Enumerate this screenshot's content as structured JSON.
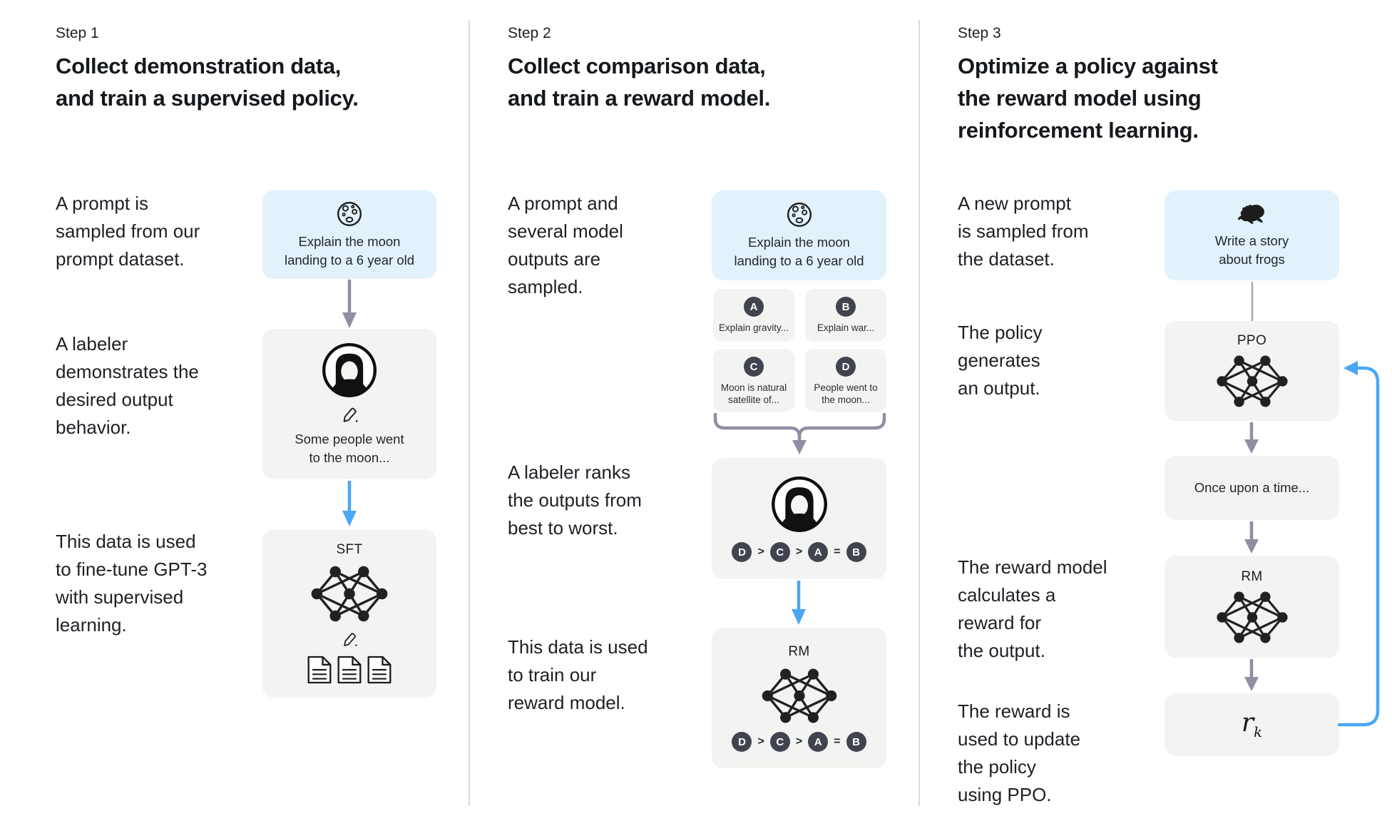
{
  "diagram": {
    "colors": {
      "background": "#ffffff",
      "prompt_box_blue": "#e1f2fc",
      "box_gray": "#f3f3f1",
      "arrow_gray": "#8f8ea3",
      "arrow_blue": "#4aa7f4",
      "badge_dark": "#40444f",
      "divider_gray": "#dcdcdf",
      "text_dark": "#1d2025"
    },
    "icons": {
      "step1_prompt": "moon-icon",
      "step2_prompt": "moon-icon",
      "step3_prompt": "frog-icon",
      "labeler": "labeler-avatar-icon",
      "writing": "pencil-icon",
      "model": "neural-network-icon",
      "training_data": "documents-icon"
    },
    "steps": [
      {
        "label": "Step 1",
        "title": "Collect demonstration data,\nand train a supervised policy.",
        "annotations": [
          "A prompt is\nsampled from our\nprompt dataset.",
          "A labeler\ndemonstrates the\ndesired output\nbehavior.",
          "This data is used\nto fine-tune GPT-3\nwith supervised\nlearning."
        ],
        "prompt_box": "Explain the moon\nlanding to a 6 year old",
        "labeler_box": "Some people went\nto the moon...",
        "model_box": "SFT"
      },
      {
        "label": "Step 2",
        "title": "Collect comparison data,\nand train a reward model.",
        "annotations": [
          "A prompt and\nseveral model\noutputs are\nsampled.",
          "A labeler ranks\nthe outputs from\nbest to worst.",
          "This data is used\nto train our\nreward model."
        ],
        "prompt_box": "Explain the moon\nlanding to a 6 year old",
        "outputs": [
          {
            "letter": "A",
            "text": "Explain gravity..."
          },
          {
            "letter": "B",
            "text": "Explain war..."
          },
          {
            "letter": "C",
            "text": "Moon is natural\nsatellite of..."
          },
          {
            "letter": "D",
            "text": "People went to\nthe moon..."
          }
        ],
        "ranking": {
          "letters": [
            "D",
            "C",
            "A",
            "B"
          ],
          "ops": [
            ">",
            ">",
            "="
          ]
        },
        "model_box": "RM"
      },
      {
        "label": "Step 3",
        "title": "Optimize a policy against\nthe reward model using\nreinforcement learning.",
        "annotations": [
          "A new prompt\nis sampled from\nthe dataset.",
          "The policy\ngenerates\nan output.",
          "The reward model\ncalculates a\nreward for\nthe output.",
          "The reward is\nused to update\nthe policy\nusing PPO."
        ],
        "prompt_box": "Write a story\nabout frogs",
        "policy_box": "PPO",
        "output_box": "Once upon a time...",
        "model_box": "RM",
        "reward_box": {
          "base": "r",
          "sub": "k"
        }
      }
    ]
  }
}
